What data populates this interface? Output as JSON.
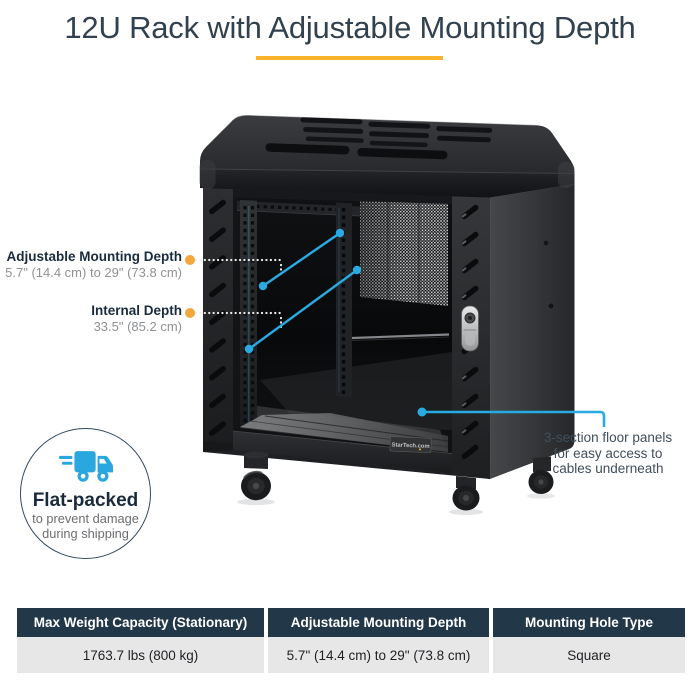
{
  "title": "12U Rack with Adjustable Mounting Depth",
  "colors": {
    "accent_yellow": "#F9B32B",
    "annotation_blue": "#29ABE2",
    "table_header_bg": "#223748",
    "table_row_bg": "#E7E7E8",
    "title_text": "#32414F"
  },
  "callouts": {
    "adjustable": {
      "label": "Adjustable Mounting Depth",
      "value": "5.7\" (14.4 cm) to 29\" (73.8 cm)"
    },
    "internal": {
      "label": "Internal Depth",
      "value": "33.5\" (85.2 cm)"
    },
    "floor": {
      "line1": "3-section floor panels",
      "line2": "for easy access to",
      "line3": "cables underneath"
    }
  },
  "badge": {
    "title": "Flat-packed",
    "line1": "to prevent damage",
    "line2": "during shipping"
  },
  "rack_label": "StarTech.com",
  "table": {
    "columns": [
      {
        "header": "Max Weight Capacity (Stationary)",
        "value": "1763.7 lbs (800 kg)"
      },
      {
        "header": "Adjustable Mounting  Depth",
        "value": "5.7\" (14.4 cm) to 29\" (73.8 cm)"
      },
      {
        "header": "Mounting Hole Type",
        "value": "Square"
      }
    ]
  }
}
